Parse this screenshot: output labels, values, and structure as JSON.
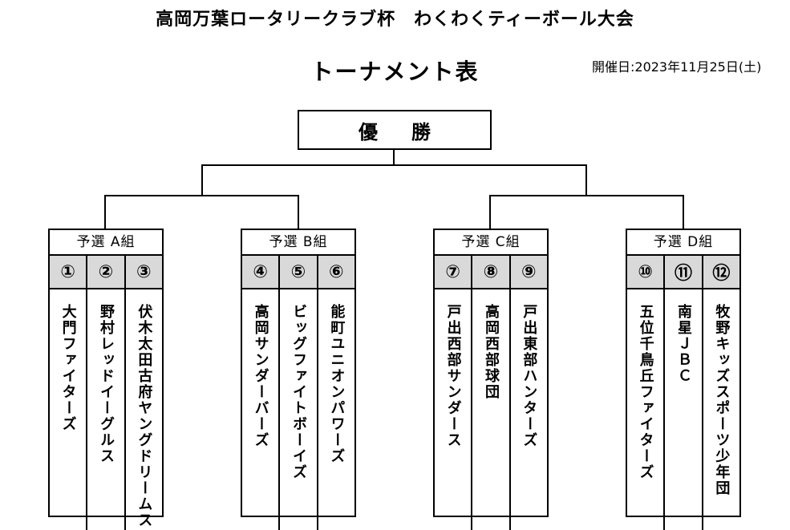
{
  "header": {
    "title": "高岡万葉ロータリークラブ杯　わくわくティーボール大会",
    "subtitle": "トーナメント表",
    "date": "開催日:2023年11月25日(土)"
  },
  "champion": {
    "char1": "優",
    "char2": "勝"
  },
  "groups": [
    {
      "label": "予選 A組",
      "teams": [
        {
          "num": "①",
          "name": "大門ファイターズ"
        },
        {
          "num": "②",
          "name": "野村レッドイーグルス"
        },
        {
          "num": "③",
          "name": "伏木太田古府ヤングドリームス"
        }
      ]
    },
    {
      "label": "予選 B組",
      "teams": [
        {
          "num": "④",
          "name": "高岡サンダーバーズ"
        },
        {
          "num": "⑤",
          "name": "ビッグファイトボーイズ"
        },
        {
          "num": "⑥",
          "name": "能町ユニオンパワーズ"
        }
      ]
    },
    {
      "label": "予選 C組",
      "teams": [
        {
          "num": "⑦",
          "name": "戸出西部サンダース"
        },
        {
          "num": "⑧",
          "name": "高岡西部球団"
        },
        {
          "num": "⑨",
          "name": "戸出東部ハンターズ"
        }
      ]
    },
    {
      "label": "予選 D組",
      "teams": [
        {
          "num": "⑩",
          "name": "五位千鳥丘ファイターズ"
        },
        {
          "num": "⑪",
          "name": "南星ＪＢＣ"
        },
        {
          "num": "⑫",
          "name": "牧野キッズスポーツ少年団"
        }
      ]
    }
  ]
}
